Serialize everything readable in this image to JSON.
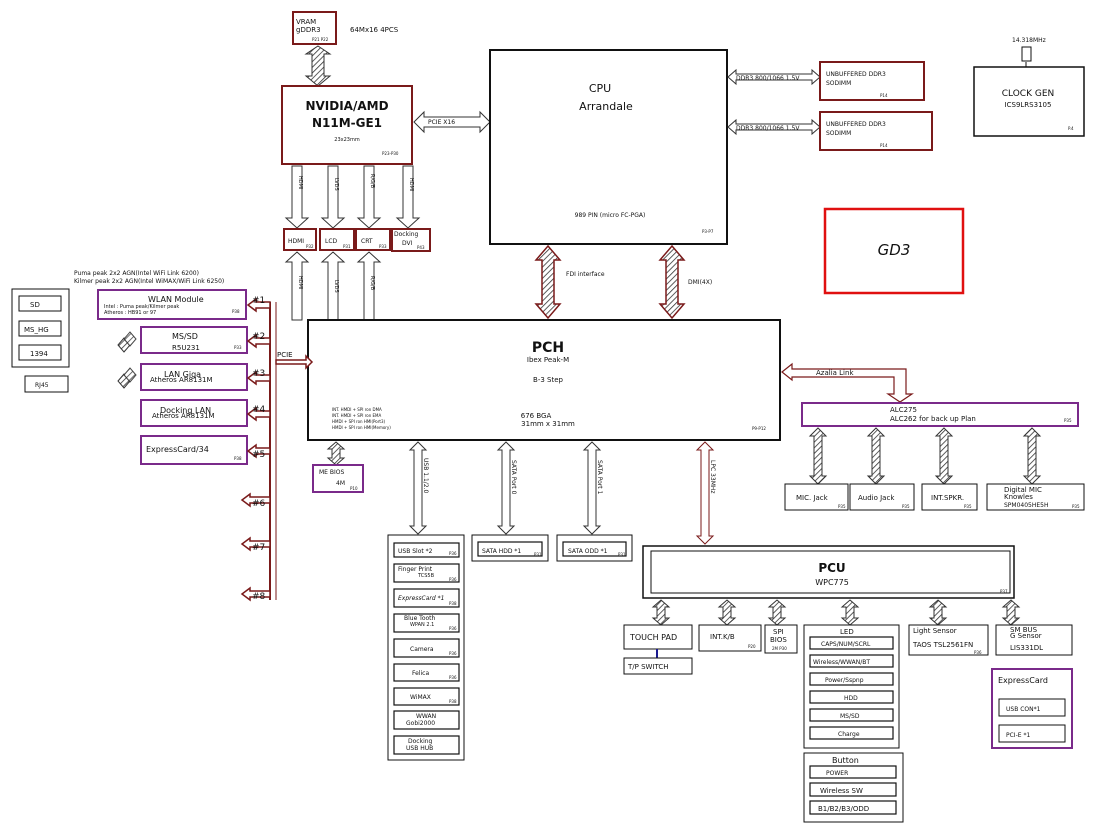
{
  "colors": {
    "box_border": "#7a1a1a",
    "purple_border": "#7a2a8a",
    "arrow_fill": "#aaaaaa",
    "bus_label": "#1a1a90",
    "pch_title": "#cc1111",
    "gd3_border": "#e01010",
    "plain_border": "#111111"
  },
  "vram": {
    "title": "VRAM",
    "type": "gDDR3",
    "spec": "64Mx16 4PCS",
    "page": "P21 P22"
  },
  "gpu": {
    "title1": "NVIDIA/AMD",
    "title2": "N11M-GE1",
    "pkg": "23x23mm",
    "page": "P23-P30"
  },
  "pcie_x16": "PCIE X16",
  "cpu": {
    "title1": "CPU",
    "title2": "Arrandale",
    "pkg": "989 PIN (micro FC-PGA)",
    "page": "P3-P7"
  },
  "sodimm1": {
    "bus": "DDR3 800/1066 1.5V",
    "line1": "UNBUFFERED DDR3",
    "line2": "SODIMM",
    "page": "P14"
  },
  "sodimm2": {
    "bus": "DDR3 800/1066 1.5V",
    "line1": "UNBUFFERED DDR3",
    "line2": "SODIMM",
    "page": "P14"
  },
  "clock": {
    "freq": "14.318MHz",
    "title": "CLOCK GEN",
    "chip": "ICS9LRS3105",
    "page": "P.4"
  },
  "gd3": "GD3",
  "display_buses": {
    "hdmi": "HDMI",
    "lvds": "LVDS",
    "rgb": "R/G/B",
    "hdmi2": "HDMI",
    "lvds2": "LVDS",
    "rgb2": "R/G/B",
    "hdmi3": "HDMI"
  },
  "ports": {
    "hdmi": "HDMI",
    "lcd": "LCD",
    "crt": "CRT",
    "dock1": "Docking",
    "dock2": "DVI",
    "page_hdmi": "P32",
    "page_lcd": "P31",
    "page_crt": "P33",
    "page_dock": "P43"
  },
  "fdi": "FDI interface",
  "dmi": "DMI(4X)",
  "pch": {
    "title": "PCH",
    "name": "Ibex Peak-M",
    "step": "B-3 Step",
    "bga": "676 BGA",
    "size": "31mm x 31mm",
    "page": "P9-P12",
    "lan1": "INT. HMDI + SPI ron DMA",
    "lan2": "INT. HMDI + SPI ron EMA",
    "lan3": "HMDI + SPI ron HMI(Port3)",
    "lan4": "HMDI + SPI ron HMI(Memory)"
  },
  "wireless_note1": "Puma peak 2x2 AGN(Intel WiFi Link 6200)",
  "wireless_note2": "Kilmer peak 2x2 AGN(Intel WiMAX/WiFi Link 6250)",
  "pcie_label": "PCIE",
  "wlan": {
    "title": "WLAN Module",
    "l2": "Intel : Puma peak/Kilmer peak",
    "l3": "Atheros : HB91 or 97",
    "page": "P38",
    "num": "#1"
  },
  "mssd": {
    "title": "MS/SD",
    "chip": "R5U231",
    "page": "P33",
    "num": "#2"
  },
  "lan": {
    "title": "LAN Giga",
    "chip": "Atheros AR8131M",
    "num": "#3"
  },
  "docklan": {
    "title": "Docking LAN",
    "chip": "Atheros AR8131M",
    "num": "#4"
  },
  "expcard": {
    "title": "ExpressCard/34",
    "page": "P38",
    "num": "#5"
  },
  "extra_nums": [
    "#6",
    "#7",
    "#8"
  ],
  "left_ports": [
    "SD",
    "MS_HG",
    "1394"
  ],
  "rj45": "RJ45",
  "me_bios": {
    "title": "ME BIOS",
    "size": "4M",
    "page": "P10"
  },
  "buses": {
    "usb": "USB 1.1/2.0",
    "sata0": "SATA Port 0",
    "sata1": "SATA Port 1",
    "lpc": "LPC 33MHz"
  },
  "azalia": "Azalia Link",
  "codec": {
    "line1": "ALC275",
    "line2": "ALC262 for back up Plan",
    "page": "P35"
  },
  "audio": {
    "mic": "MIC. Jack",
    "mic_page": "P35",
    "jack": "Audio Jack",
    "jack_page": "P35",
    "spk": "INT.SPKR.",
    "spk_page": "P35",
    "dmic1": "Digital MIC",
    "dmic2": "Knowles",
    "dmic3": "SPM0405HE5H",
    "dmic_page": "P35"
  },
  "usb_col": {
    "slot": "USB Slot *2",
    "slot_page": "P36",
    "finger1": "Finger Print",
    "finger2": "TCS5B",
    "finger_page": "P36",
    "express": "ExpressCard *1",
    "express_page": "P38",
    "bt1": "Blue Tooth",
    "bt2": "WPAN 2.1",
    "bt_page": "P36",
    "camera": "Camera",
    "camera_page": "P36",
    "felica": "Felica",
    "felica_page": "P36",
    "wimax": "WiMAX",
    "wimax_page": "P38",
    "wwan1": "WWAN",
    "wwan2": "Gobi2000",
    "dockusb1": "Docking",
    "dockusb2": "USB HUB"
  },
  "sata_hdd": {
    "label": "SATA HDD *1",
    "page": "P31"
  },
  "sata_odd": {
    "label": "SATA ODD *1",
    "page": "P31"
  },
  "pcu": {
    "title": "PCU",
    "chip": "WPC775",
    "page": "P37"
  },
  "touchpad": {
    "title": "TOUCH PAD",
    "switch": "T/P SWITCH"
  },
  "kb": {
    "title": "INT.K/B",
    "page": "P20"
  },
  "spi": {
    "l1": "SPI",
    "l2": "BIOS",
    "l3": "2M P30"
  },
  "led": {
    "title": "LED",
    "items": [
      "CAPS/NUM/SCRL",
      "Wireless/WWAN/BT",
      "Power/Sspnp",
      "HDD",
      "MS/SD",
      "Charge"
    ]
  },
  "light": {
    "l1": "Light Sensor",
    "l2": "TAOS TSL2561FN",
    "page": "P36"
  },
  "gsensor": {
    "l1": "SM BUS",
    "l2": "G Sensor",
    "l3": "LIS331DL"
  },
  "express_card2": {
    "title": "ExpressCard",
    "usb": "USB CON*1",
    "pcie": "PCI-E *1"
  },
  "button": {
    "title": "Button",
    "items": [
      "POWER",
      "Wireless SW",
      "B1/B2/B3/ODD"
    ]
  }
}
